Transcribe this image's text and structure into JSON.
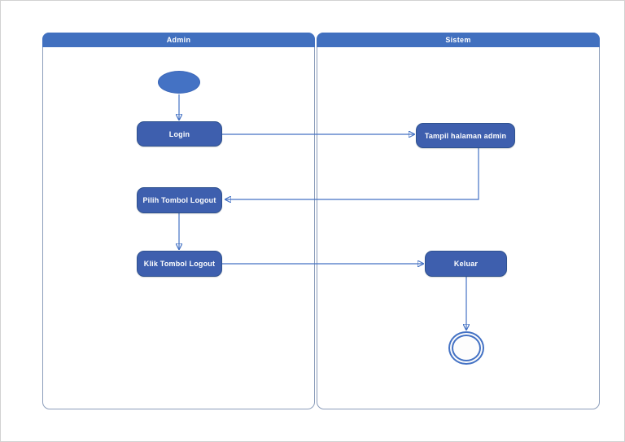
{
  "lanes": [
    {
      "label": "Admin"
    },
    {
      "label": "Sistem"
    }
  ],
  "nodes": {
    "start": {
      "type": "initial-node",
      "lane": "Admin"
    },
    "login": {
      "label": "Login",
      "lane": "Admin"
    },
    "tampil_halaman_admin": {
      "label": "Tampil halaman admin",
      "lane": "Sistem"
    },
    "pilih_tombol_logout": {
      "label": "Pilih Tombol Logout",
      "lane": "Admin"
    },
    "klik_tombol_logout": {
      "label": "Klik Tombol Logout",
      "lane": "Admin"
    },
    "keluar": {
      "label": "Keluar",
      "lane": "Sistem"
    },
    "end": {
      "type": "final-node",
      "lane": "Sistem"
    }
  },
  "edges": [
    {
      "from": "start",
      "to": "login"
    },
    {
      "from": "login",
      "to": "tampil_halaman_admin"
    },
    {
      "from": "tampil_halaman_admin",
      "to": "pilih_tombol_logout"
    },
    {
      "from": "pilih_tombol_logout",
      "to": "klik_tombol_logout"
    },
    {
      "from": "klik_tombol_logout",
      "to": "keluar"
    },
    {
      "from": "keluar",
      "to": "end"
    }
  ],
  "colors": {
    "lane_header_fill": "#4170bf",
    "node_fill": "#3e5fae",
    "node_border": "#2f528f",
    "connector": "#4472c4",
    "lane_border": "#8b9dba",
    "text": "#ffffff",
    "page_background": "#ffffff"
  }
}
